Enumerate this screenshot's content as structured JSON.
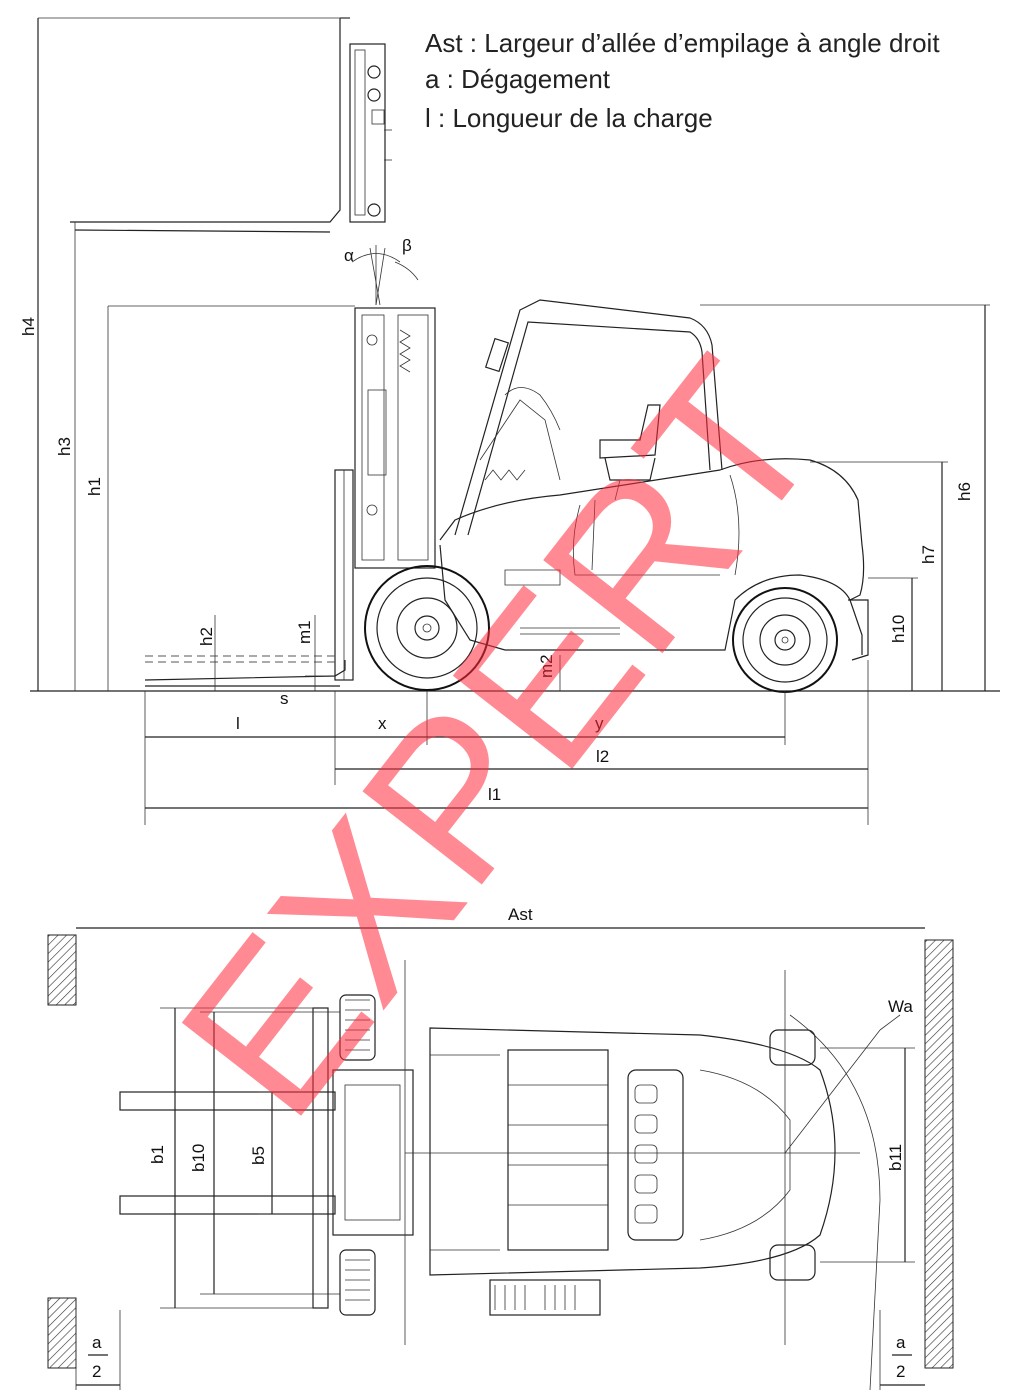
{
  "legend": {
    "line1": "Ast : Largeur d’allée d’empilage à angle droit",
    "line2": "a : Dégagement",
    "line3": "l : Longueur de la charge"
  },
  "watermark": "EXPERT",
  "side_view_labels": {
    "h4": "h4",
    "h3": "h3",
    "h1": "h1",
    "h6": "h6",
    "h7": "h7",
    "h10": "h10",
    "h2": "h2",
    "m1": "m1",
    "m2": "m2",
    "s": "s",
    "alpha": "α",
    "beta": "β",
    "l": "l",
    "x": "x",
    "y": "y",
    "l2": "l2",
    "l1": "l1"
  },
  "top_view_labels": {
    "Ast": "Ast",
    "Wa": "Wa",
    "b1": "b1",
    "b10": "b10",
    "b5": "b5",
    "b11": "b11",
    "a_num": "a",
    "a_den": "2"
  },
  "colors": {
    "watermark": "#ff2a3c",
    "ink": "#222222"
  }
}
